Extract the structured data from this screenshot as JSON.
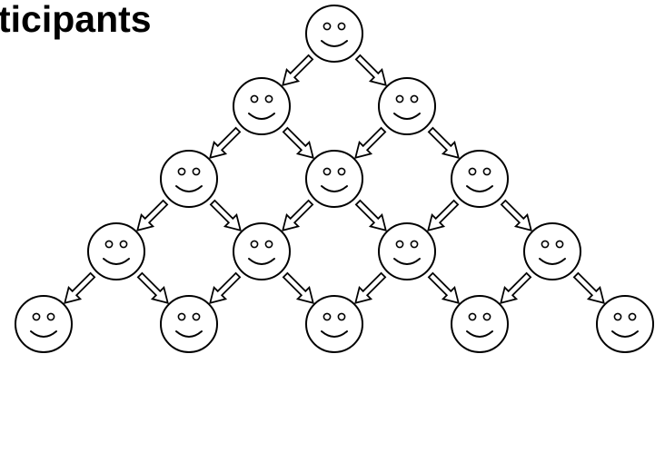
{
  "title": "ticipants",
  "diagram": {
    "node_icon": "smiley-face-icon",
    "edge_icon": "hollow-arrow-icon",
    "levels": [
      1,
      2,
      3,
      4,
      5
    ],
    "stroke_color": "#000000",
    "fill_color": "#ffffff"
  }
}
